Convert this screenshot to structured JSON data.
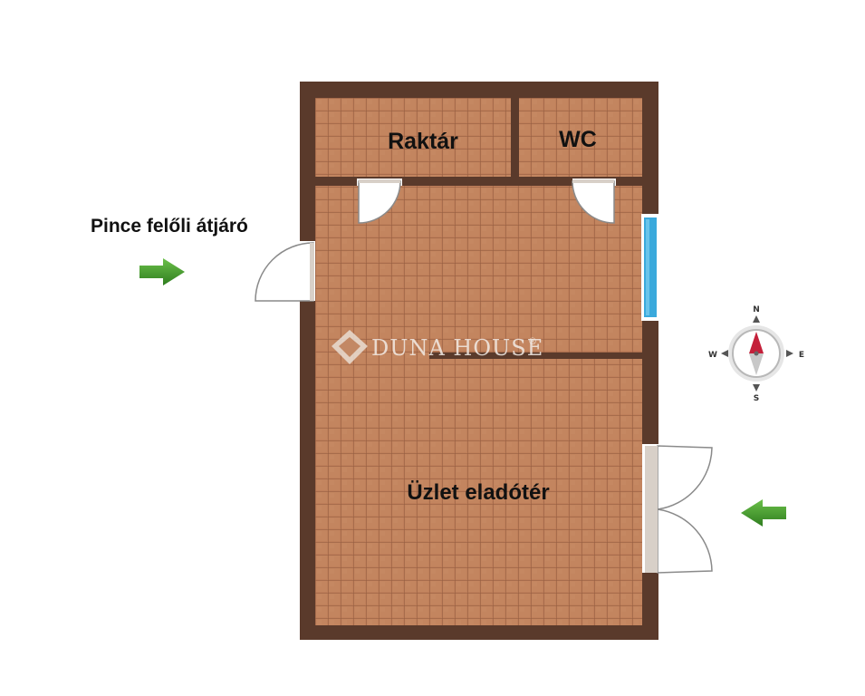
{
  "labels": {
    "storage": "Raktár",
    "wc": "WC",
    "sales_floor": "Üzlet eladótér",
    "basement_passage": "Pince felőli átjáró"
  },
  "watermark": {
    "text": "DUNA HOUSE",
    "registered_mark": "®"
  },
  "compass": {
    "north": "N",
    "south": "S",
    "east": "E",
    "west": "W"
  },
  "colors": {
    "wall": "#5a3a2b",
    "floor_tile": "#bf7f5a",
    "floor_grout": "#8f5a3e",
    "window": "#3aa9dc",
    "arrow": "#3f9b2c",
    "door_fill": "#ffffff",
    "compass_needle_north": "#c4203a",
    "compass_needle_south": "#c8c8c8"
  },
  "icons": {
    "left_arrow": "arrow-right-icon",
    "right_arrow": "arrow-left-icon",
    "compass": "compass-icon",
    "logo": "diamond-house-logo"
  }
}
